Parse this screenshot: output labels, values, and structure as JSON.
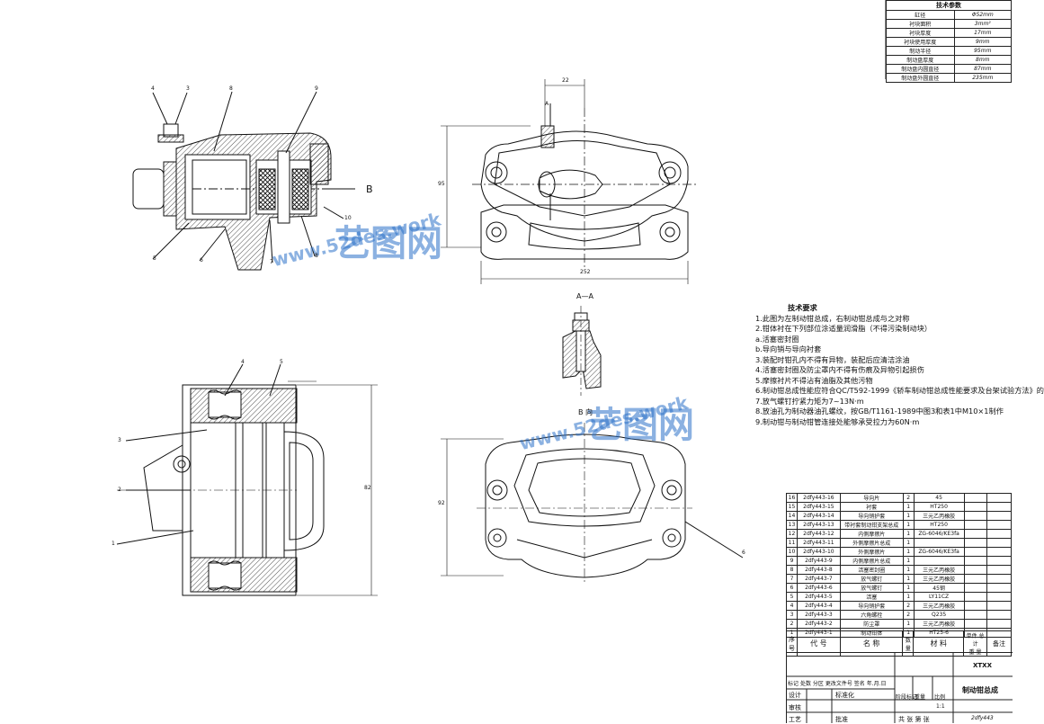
{
  "tech_params": {
    "title": "技术参数",
    "rows": [
      {
        "name": "缸径",
        "value": "Φ52mm"
      },
      {
        "name": "衬块面积",
        "value": "3mm²"
      },
      {
        "name": "衬块厚度",
        "value": "17mm"
      },
      {
        "name": "衬块使用厚度",
        "value": "9mm"
      },
      {
        "name": "制动半径",
        "value": "95mm"
      },
      {
        "name": "制动盘厚度",
        "value": "8mm"
      },
      {
        "name": "制动盘内圆直径",
        "value": "87mm"
      },
      {
        "name": "制动盘外圆直径",
        "value": "235mm"
      }
    ]
  },
  "notes": {
    "title": "技术要求",
    "lines": [
      "1.此图为左制动钳总成，右制动钳总成与之对称",
      "2.钳体衬在下列部位涂适量润滑脂（不得污染制动块）",
      "  a.活塞密封圈",
      "  b.导向销与导向衬套",
      "3.装配时钳孔内不得有异物，装配后应清洁涂油",
      "4.活塞密封圈及防尘罩内不得有伤痕及异物引起损伤",
      "5.摩擦衬片不得沾有油脂及其他污物",
      "6.制动钳总成性能应符合QC/T592-1999《轿车制动钳总成性能要求及台架试验方法》的",
      "7.放气螺钉拧紧力矩为7~13N·m",
      "8.放油孔为制动器油孔螺纹，按GB/T1161-1989中图3和表1中M10×1制作",
      "9.制动钳与制动钳管连接处能够承受拉力为60N·m"
    ]
  },
  "section_labels": {
    "aa": "A—A",
    "b_view": "B 向",
    "b_arrow": "B",
    "a_mark": "A"
  },
  "dimensions": {
    "top_width": "252",
    "top_height": "95",
    "top_small": "22",
    "left_height": "82",
    "br_height": "92"
  },
  "callouts": {
    "top_left": [
      "4",
      "3",
      "8",
      "9",
      "5",
      "6",
      "7",
      "8",
      "10"
    ],
    "bottom_left": [
      "4",
      "5",
      "3",
      "2",
      "1"
    ],
    "right": [
      "6"
    ]
  },
  "bom": {
    "rows": [
      {
        "no": "16",
        "code": "2dfy443-16",
        "name": "导向片",
        "qty": "2",
        "mat": "45"
      },
      {
        "no": "15",
        "code": "2dfy443-15",
        "name": "衬套",
        "qty": "1",
        "mat": "HT250"
      },
      {
        "no": "14",
        "code": "2dfy443-14",
        "name": "导向销护套",
        "qty": "1",
        "mat": "三元乙丙橡胶"
      },
      {
        "no": "13",
        "code": "2dfy443-13",
        "name": "带衬套制动钳支架总成",
        "qty": "1",
        "mat": "HT250"
      },
      {
        "no": "12",
        "code": "2dfy443-12",
        "name": "内侧摩擦片",
        "qty": "1",
        "mat": "ZG-6046/KE3fa"
      },
      {
        "no": "11",
        "code": "2dfy443-11",
        "name": "外侧摩擦片总成",
        "qty": "1",
        "mat": ""
      },
      {
        "no": "10",
        "code": "2dfy443-10",
        "name": "外侧摩擦片",
        "qty": "1",
        "mat": "ZG-6046/KE3fa"
      },
      {
        "no": "9",
        "code": "2dfy443-9",
        "name": "内侧摩擦片总成",
        "qty": "1",
        "mat": ""
      },
      {
        "no": "8",
        "code": "2dfy443-8",
        "name": "活塞密封圈",
        "qty": "1",
        "mat": "三元乙丙橡胶"
      },
      {
        "no": "7",
        "code": "2dfy443-7",
        "name": "放气螺钉",
        "qty": "1",
        "mat": "三元乙丙橡胶"
      },
      {
        "no": "6",
        "code": "2dfy443-6",
        "name": "放气螺钉",
        "qty": "1",
        "mat": "45钢"
      },
      {
        "no": "5",
        "code": "2dfy443-5",
        "name": "活塞",
        "qty": "1",
        "mat": "LY11CZ"
      },
      {
        "no": "4",
        "code": "2dfy443-4",
        "name": "导向销护套",
        "qty": "2",
        "mat": "三元乙丙橡胶"
      },
      {
        "no": "3",
        "code": "2dfy443-3",
        "name": "六角螺栓",
        "qty": "2",
        "mat": "Q235"
      },
      {
        "no": "2",
        "code": "2dfy443-2",
        "name": "防尘罩",
        "qty": "1",
        "mat": "三元乙丙橡胶"
      },
      {
        "no": "1",
        "code": "2dfy443-1",
        "name": "制动钳体",
        "qty": "1",
        "mat": "HT25-6"
      }
    ],
    "head": {
      "no": "序号",
      "code": "代 号",
      "name": "名 称",
      "qty": "数量",
      "mat": "材 料",
      "weight": "单件 总计\n重 量",
      "remark": "备注"
    }
  },
  "title_block": {
    "row1": [
      "标记",
      "处数",
      "分区",
      "更改文件号",
      "签名",
      "年.月.日"
    ],
    "design": "设计",
    "standard": "标准化",
    "check": "审核",
    "process": "工艺",
    "approve": "批准",
    "stage": "阶段标记",
    "weight": "重量",
    "scale": "比例",
    "scale_value": "1:1",
    "sheets": "共 张 第 张",
    "school": "XTXX",
    "drawing_title": "制动钳总成",
    "drawing_no": "2dfy443"
  },
  "watermark": {
    "brand": "艺图网",
    "url": "www.52des.work"
  }
}
